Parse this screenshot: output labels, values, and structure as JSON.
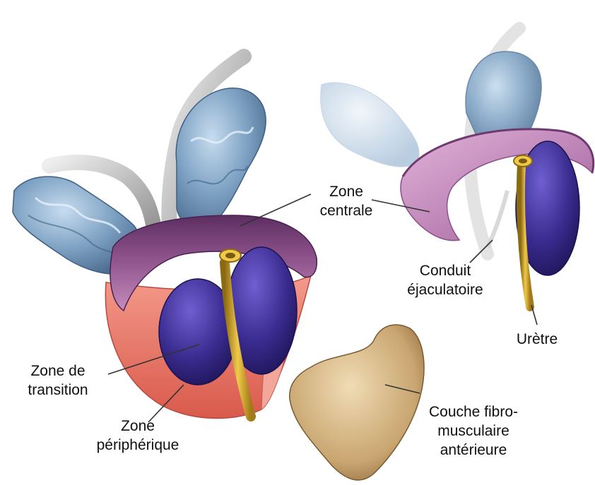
{
  "labels": {
    "zone_centrale": [
      "Zone",
      "centrale"
    ],
    "conduit_ejaculatoire": [
      "Conduit",
      "éjaculatoire"
    ],
    "uretre": [
      "Urètre"
    ],
    "zone_transition": [
      "Zone de",
      "transition"
    ],
    "zone_peripherique": [
      "Zone",
      "périphérique"
    ],
    "couche_fibro": [
      "Couche fibro-",
      "musculaire",
      "antérieure"
    ]
  },
  "colors": {
    "seminal_vesicle": "#7fa3c4",
    "vas_deferens": "#b5b5b5",
    "central_zone": "#8a4f8a",
    "central_zone_light": "#c98fbf",
    "transition_zone": "#3b2a8c",
    "peripheral_zone": "#e9786a",
    "urethra": "#d4a52a",
    "fibromuscular": "#d9bd8c",
    "leader_line": "#333333"
  }
}
